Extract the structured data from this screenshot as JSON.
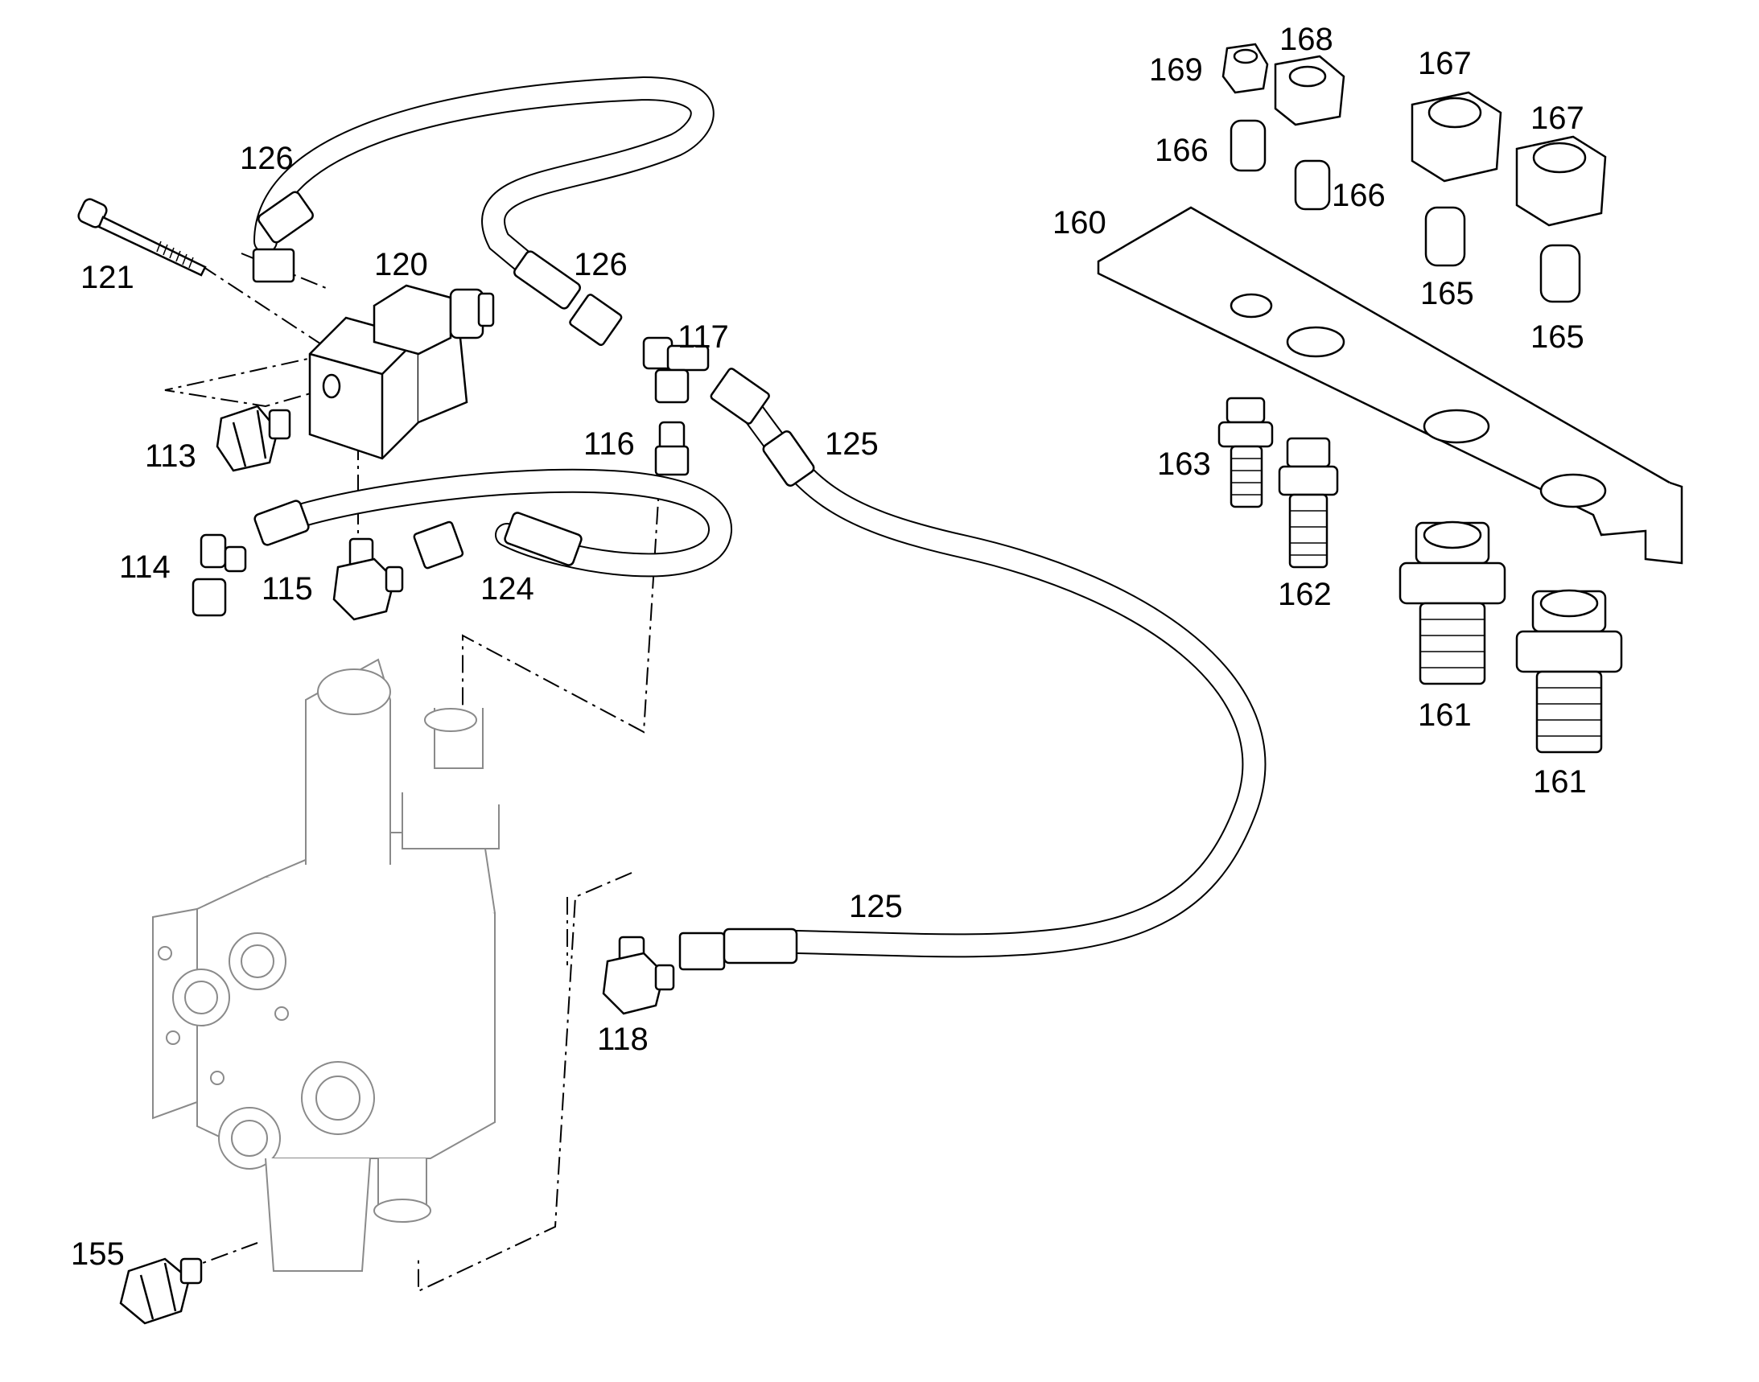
{
  "callouts": {
    "c121": "121",
    "c126a": "126",
    "c126b": "126",
    "c120": "120",
    "c117": "117",
    "c113": "113",
    "c116": "116",
    "c125a": "125",
    "c114": "114",
    "c115": "115",
    "c124": "124",
    "c160": "160",
    "c169": "169",
    "c168": "168",
    "c167a": "167",
    "c167b": "167",
    "c166a": "166",
    "c166b": "166",
    "c165a": "165",
    "c165b": "165",
    "c163": "163",
    "c162": "162",
    "c161a": "161",
    "c161b": "161",
    "c125b": "125",
    "c118": "118",
    "c155": "155"
  },
  "colors": {
    "line": "#000000",
    "part_fill": "#ffffff",
    "ghost_line": "#8a8a8a"
  }
}
